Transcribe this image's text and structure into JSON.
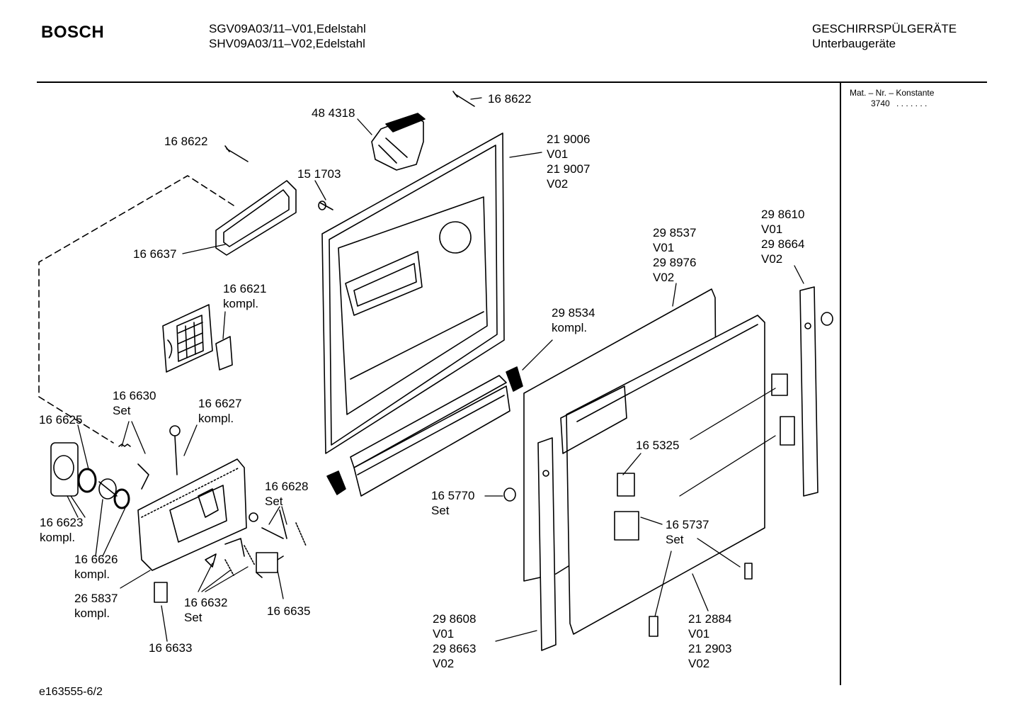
{
  "header": {
    "brand": "BOSCH",
    "models": [
      "SGV09A03/11–V01,Edelstahl",
      "SHV09A03/11–V02,Edelstahl"
    ],
    "category": "GESCHIRRSPÜLGERÄTE",
    "subcategory": "Unterbaugeräte"
  },
  "sidebar": {
    "label": "Mat. – Nr. – Konstante",
    "value": "3740",
    "dots": ". . . . . . ."
  },
  "callouts": [
    {
      "id": "c01",
      "lines": [
        "16 8622"
      ]
    },
    {
      "id": "c02",
      "lines": [
        "48 4318"
      ]
    },
    {
      "id": "c03",
      "lines": [
        "16 8622"
      ]
    },
    {
      "id": "c04",
      "lines": [
        "21 9006",
        "V01",
        "21 9007",
        "V02"
      ]
    },
    {
      "id": "c05",
      "lines": [
        "15 1703"
      ]
    },
    {
      "id": "c06",
      "lines": [
        "16 6637"
      ]
    },
    {
      "id": "c07",
      "lines": [
        "29 8537",
        "V01",
        "29 8976",
        "V02"
      ]
    },
    {
      "id": "c08",
      "lines": [
        "29 8610",
        "V01",
        "29 8664",
        "V02"
      ]
    },
    {
      "id": "c09",
      "lines": [
        "16 6621",
        "kompl."
      ]
    },
    {
      "id": "c10",
      "lines": [
        "29 8534",
        "kompl."
      ]
    },
    {
      "id": "c11",
      "lines": [
        "16 6630",
        "Set"
      ]
    },
    {
      "id": "c12",
      "lines": [
        "16 6627",
        "kompl."
      ]
    },
    {
      "id": "c13",
      "lines": [
        "16 6625"
      ]
    },
    {
      "id": "c14",
      "lines": [
        "16 5325"
      ]
    },
    {
      "id": "c15",
      "lines": [
        "16 6628",
        "Set"
      ]
    },
    {
      "id": "c16",
      "lines": [
        "16 5770",
        "Set"
      ]
    },
    {
      "id": "c17",
      "lines": [
        "16 6623",
        "kompl."
      ]
    },
    {
      "id": "c18",
      "lines": [
        "16 5737",
        "Set"
      ]
    },
    {
      "id": "c19",
      "lines": [
        "16 6626",
        "kompl."
      ]
    },
    {
      "id": "c20",
      "lines": [
        "26 5837",
        "kompl."
      ]
    },
    {
      "id": "c21",
      "lines": [
        "16 6632",
        "Set"
      ]
    },
    {
      "id": "c22",
      "lines": [
        "16 6635"
      ]
    },
    {
      "id": "c23",
      "lines": [
        "29 8608",
        "V01",
        "29 8663",
        "V02"
      ]
    },
    {
      "id": "c24",
      "lines": [
        "21 2884",
        "V01",
        "21 2903",
        "V02"
      ]
    },
    {
      "id": "c25",
      "lines": [
        "16 6633"
      ]
    }
  ],
  "footer": {
    "code": "e163555-6/2"
  }
}
